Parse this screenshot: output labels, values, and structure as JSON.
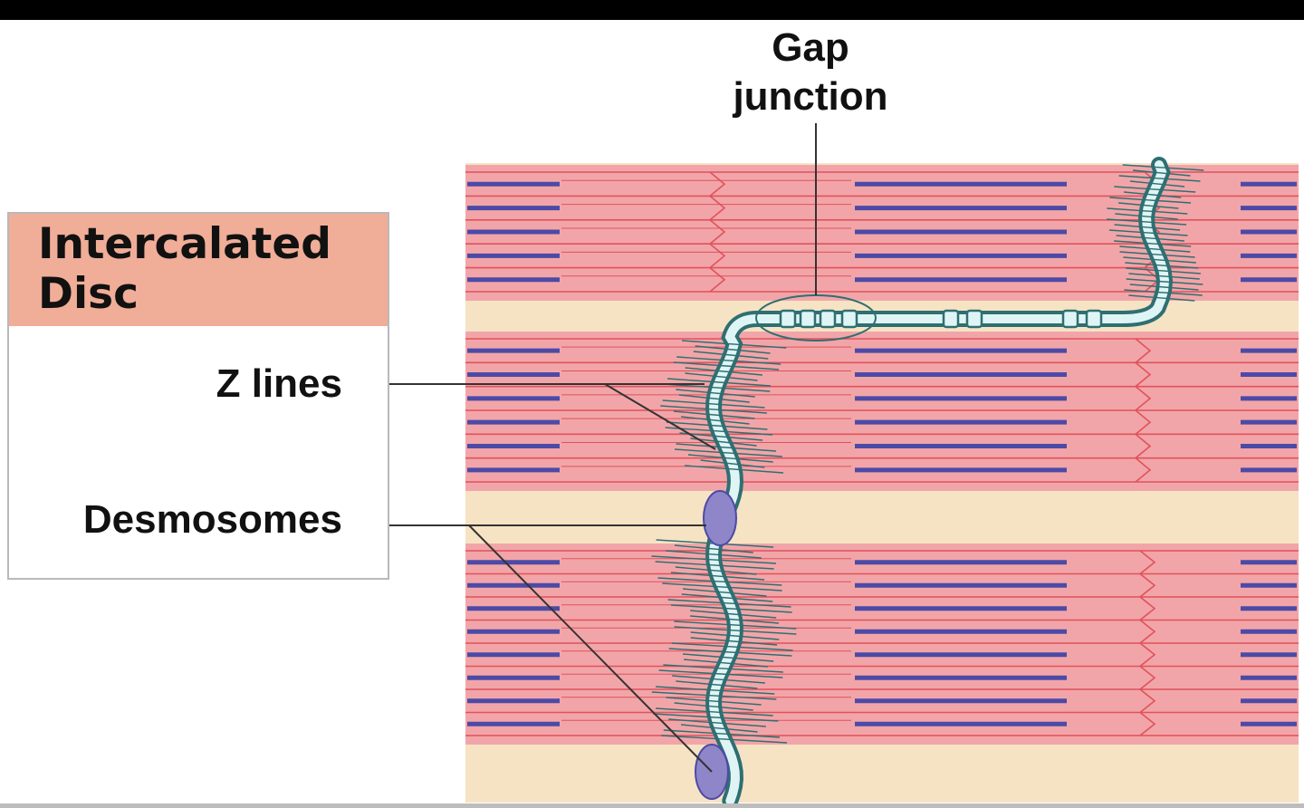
{
  "legend": {
    "title": "Intercalated\nDisc"
  },
  "labels": {
    "gap_junction": "Gap\njunction",
    "z_lines": "Z lines",
    "desmosomes": "Desmosomes"
  },
  "colors": {
    "cell_pink": "#f2a5a8",
    "sarcomere_red": "#e0525c",
    "myosin_blue": "#4c4aa6",
    "extracellular_beige": "#f6e3c4",
    "disc_teal": "#2e6f72",
    "disc_fill": "#dff5f5",
    "legend_header": "#f0ad97",
    "desmosome_purple": "#8e86c8"
  }
}
